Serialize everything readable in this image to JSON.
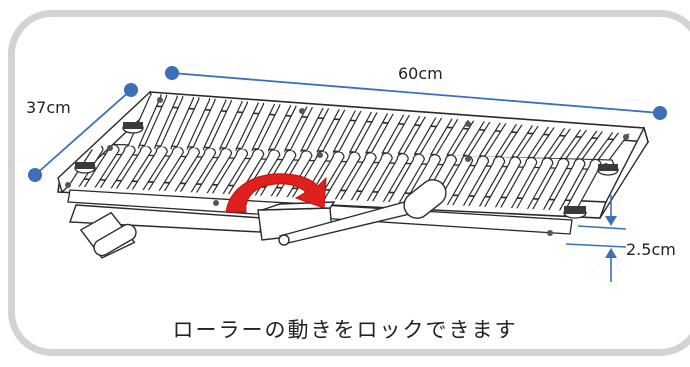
{
  "dimensions": {
    "width": "60cm",
    "depth": "37cm",
    "height": "2.5cm"
  },
  "caption": "ローラーの動きをロックできます",
  "colors": {
    "dimension_line": "#3b6fb8",
    "rotation_arrow": "#e01f1f",
    "frame_border": "#d3d3d3",
    "product_outline": "#2a2a2a"
  },
  "icons": [
    "roller-conveyor-product",
    "rotation-arrow-icon"
  ]
}
